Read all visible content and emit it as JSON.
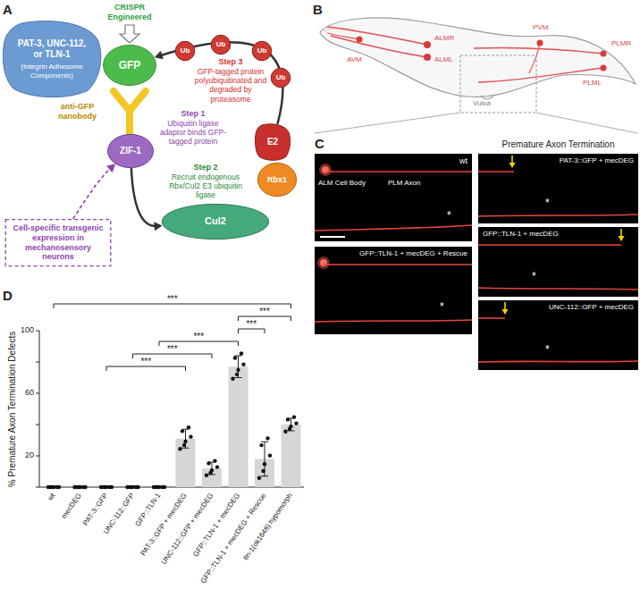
{
  "diagram": {
    "nodes": [
      {
        "text": [
          "PAT-3, UNC-112, or TLN-1",
          "(Integrin Adhesome Components)"
        ]
      },
      {
        "text": [
          "GFP"
        ]
      },
      {
        "text": [
          "Ub"
        ]
      },
      {
        "text": [
          "Ub"
        ]
      },
      {
        "text": [
          "Ub"
        ]
      },
      {
        "text": [
          "Ub"
        ]
      },
      {
        "text": [
          "anti-GFP nanobody"
        ]
      },
      {
        "text": [
          "ZIF-1"
        ]
      },
      {
        "text": [
          "E2"
        ]
      },
      {
        "text": [
          "Rbx1"
        ]
      },
      {
        "text": [
          "Cul2"
        ]
      },
      {
        "text": [
          "Cell-specific transgenic expression in mechanosensory neurons"
        ]
      },
      {
        "text": [
          "wt",
          "ALM Cell Body",
          "PLM Axon",
          "*"
        ]
      },
      {
        "text": [
          "GFP::TLN-1 + mecDEG + Rescue",
          "*"
        ]
      },
      {
        "text": [
          "PAT-3::GFP + mecDEG",
          "*"
        ]
      },
      {
        "text": [
          "GFP::TLN-1 + mecDEG",
          "*"
        ]
      },
      {
        "text": [
          "UNC-112::GFP + mecDEG",
          "*"
        ]
      }
    ],
    "edges": [
      {
        "from": 7,
        "to": 10,
        "arrow": "to"
      },
      {
        "from": 8,
        "to": 1,
        "arrow": "to"
      },
      {
        "from": 11,
        "to": 7,
        "arrow": "to"
      }
    ],
    "labels": [
      "A",
      "CRISPR Engineered",
      "Step 3",
      "GFP-tagged protein polyubiquitinated and degraded by proteasome",
      "Step 1",
      "Ubiquitin ligase adaptor binds GFP-tagged protein",
      "Step 2",
      "Recruit endogenous Rbx/Cul2 E3 ubiquitin ligase",
      "B",
      "AVM",
      "ALMR",
      "ALML",
      "PVM",
      "PLMR",
      "PLML",
      "Vulva",
      "C",
      "Premature Axon Termination",
      "D",
      "% Premature Axon Termination Defects",
      "100",
      "60",
      "20",
      "wt",
      "mecDEG",
      "PAT-3::GFP",
      "UNC-112::GFP",
      "GFP::TLN-1",
      "PAT-3::GFP + mecDEG",
      "UNC-112::GFP + mecDEG",
      "GFP::TLN-1 + mecDEG",
      "GFP::TLN-1 + mecDEG + Rescue",
      "tln-1(ok1648) hypomorph",
      "***",
      "***",
      "***",
      "***",
      "***",
      "***"
    ]
  }
}
